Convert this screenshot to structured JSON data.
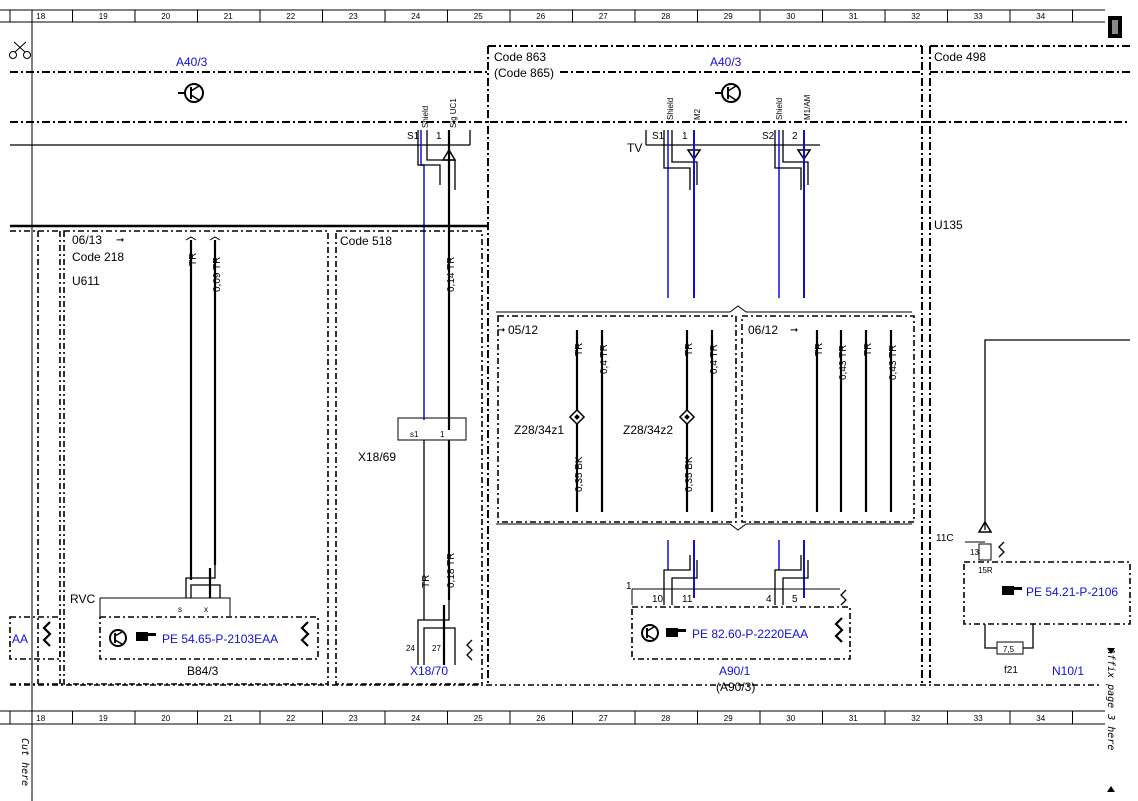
{
  "ruler": {
    "numbers": [
      "18",
      "19",
      "20",
      "21",
      "22",
      "23",
      "24",
      "25",
      "26",
      "27",
      "28",
      "29",
      "30",
      "31",
      "32",
      "33",
      "34"
    ]
  },
  "margin": {
    "cut_here": "Cut here",
    "affix_note": "Affix page 3 here"
  },
  "sections": {
    "left_component": "A40/3",
    "code863": "Code 863",
    "code865": "(Code 865)",
    "mid_component": "A40/3",
    "code498": "Code 498",
    "u135": "U135"
  },
  "left_panel": {
    "date": "06/13",
    "code": "Code 218",
    "variant": "U611",
    "wire1": "TR",
    "wire2": "0,09 TR",
    "rvc": "RVC",
    "pin_s": "s",
    "pin_x": "x",
    "ref": "PE 54.65-P-2103EAA",
    "ref_prev": "AA",
    "component": "B84/3"
  },
  "code518_panel": {
    "code": "Code 518",
    "wire_upper": "0,14 TR",
    "connector": "X18/69",
    "pin_s1": "s1",
    "pin_1": "1",
    "wire_lower1": "TR",
    "wire_lower2": "0,18 TR",
    "pin_24": "24",
    "pin_27": "27",
    "component": "X18/70"
  },
  "top_connector_left": {
    "shield": "Shield",
    "sig": "Sig UC1",
    "pin_s1": "S1",
    "pin_1": "1"
  },
  "top_connector_mid": {
    "tv": "TV",
    "shield1": "Shield",
    "m2": "M2",
    "pin_s1": "S1",
    "pin_1": "1",
    "shield2": "Shield",
    "m1am": "M1/AM",
    "pin_s2": "S2",
    "pin_2": "2"
  },
  "box_0512": {
    "date": "05/12",
    "wire_a": "TR",
    "wire_b": "0,4 TR",
    "wire_c": "TR",
    "wire_d": "0,4 TR",
    "splice1": "Z28/34z1",
    "splice2": "Z28/34z2",
    "bk1": "0,35 BK",
    "bk2": "0,35 BK"
  },
  "box_0612": {
    "date": "06/12",
    "wire_a": "TR",
    "wire_b": "0,43 TR",
    "wire_c": "TR",
    "wire_d": "0,43 TR"
  },
  "a90_block": {
    "pin_1": "1",
    "pin_10": "10",
    "pin_11": "11",
    "pin_4": "4",
    "pin_5": "5",
    "ref": "PE 82.60-P-2220EAA",
    "component": "A90/1",
    "component_alt": "(A90/3)"
  },
  "right_panel": {
    "pin_11c": "11C",
    "pin_13": "13",
    "pin_15r": "15R",
    "ref": "PE 54.21-P-2106",
    "fuse_value": "7,5",
    "fuse": "f21",
    "component": "N10/1"
  },
  "colors": {
    "blue_text": "#1010d8",
    "blue_wire": "#1010d8",
    "line": "#000000"
  },
  "icons": [
    "scissors-icon",
    "control-unit-icon",
    "pointing-hand-icon"
  ]
}
